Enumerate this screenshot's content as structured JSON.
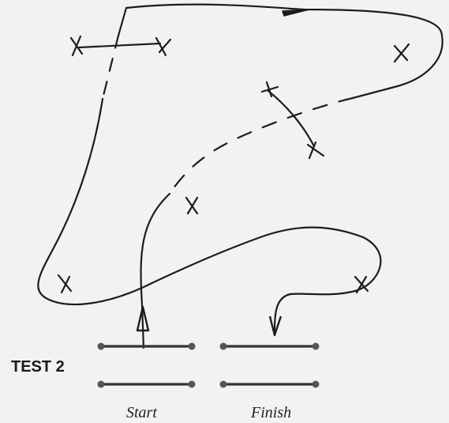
{
  "test_label": "TEST 2",
  "gates": {
    "start_label": "Start",
    "finish_label": "Finish"
  },
  "colors": {
    "background": "#f2f2f0",
    "ink": "#1c1c1c",
    "gate": "#333333"
  }
}
